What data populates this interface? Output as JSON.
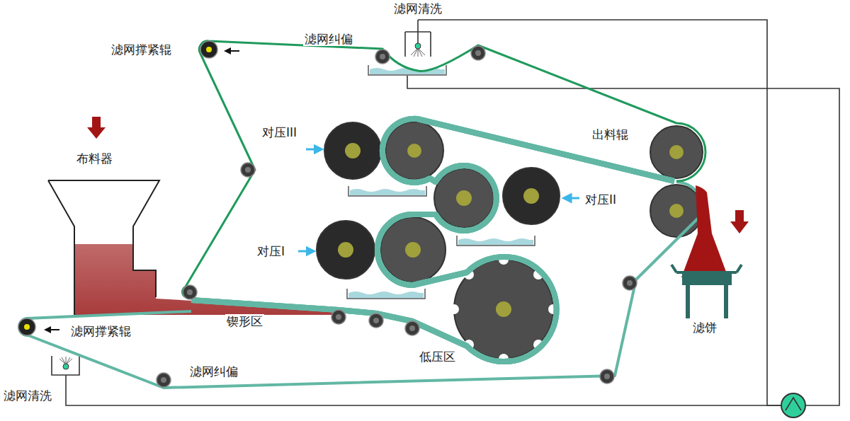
{
  "diagram": {
    "labels": [
      "滤网清洗",
      "滤网撑紧辊",
      "滤网纠偏",
      "对压III",
      "出料辊",
      "布料器",
      "对压II",
      "对压I",
      "锲形区",
      "滤网撑紧辊",
      "低压区",
      "滤饼",
      "滤网纠偏",
      "滤网清洗"
    ]
  }
}
